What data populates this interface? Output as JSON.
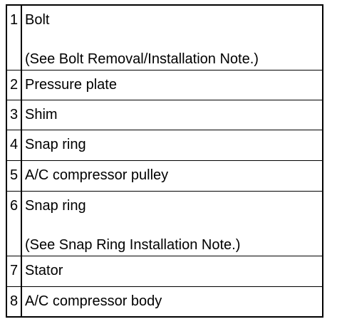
{
  "rows": [
    {
      "num": "1",
      "label": "Bolt",
      "note": "(See Bolt Removal/Installation Note.)"
    },
    {
      "num": "2",
      "label": "Pressure plate"
    },
    {
      "num": "3",
      "label": "Shim"
    },
    {
      "num": "4",
      "label": "Snap ring"
    },
    {
      "num": "5",
      "label": "A/C compressor pulley"
    },
    {
      "num": "6",
      "label": "Snap ring",
      "note": "(See Snap Ring Installation Note.)"
    },
    {
      "num": "7",
      "label": "Stator"
    },
    {
      "num": "8",
      "label": "A/C compressor body"
    }
  ]
}
